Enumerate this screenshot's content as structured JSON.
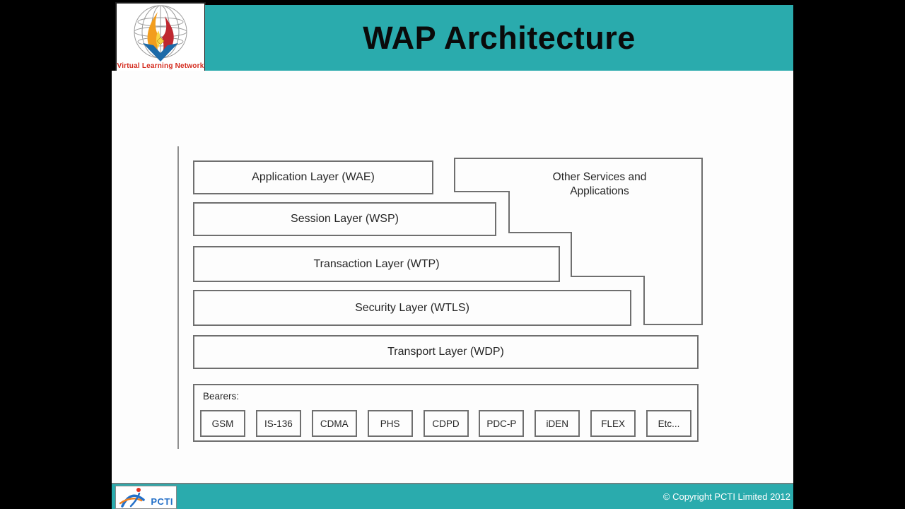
{
  "header": {
    "title": "WAP Architecture"
  },
  "vln_logo": {
    "caption": "Virtual Learning Network"
  },
  "diagram": {
    "layers": [
      {
        "label": "Application Layer (WAE)"
      },
      {
        "label": "Session Layer (WSP)"
      },
      {
        "label": "Transaction Layer (WTP)"
      },
      {
        "label": "Security Layer (WTLS)"
      },
      {
        "label": "Transport Layer (WDP)"
      }
    ],
    "other_services": {
      "line1": "Other Services and",
      "line2": "Applications"
    },
    "bearers": {
      "label": "Bearers:",
      "items": [
        "GSM",
        "IS-136",
        "CDMA",
        "PHS",
        "CDPD",
        "PDC-P",
        "iDEN",
        "FLEX",
        "Etc..."
      ]
    }
  },
  "footer": {
    "logo_text": "PCTI",
    "copyright": "© Copyright PCTI Limited 2012"
  },
  "colors": {
    "teal": "#2aabad",
    "page_background": "#000000",
    "content_background": "#fdfdfd",
    "box_border": "#6f6f6f",
    "diagram_text": "#262626",
    "title_text": "#0a0a0a",
    "vln_text_red": "#d42b1e",
    "pcti_blue": "#2470c8",
    "flame_orange": "#f29d1e",
    "flame_inner_yellow": "#f7d547",
    "flame_red": "#bf2830",
    "vln_blue": "#1c6aa8",
    "copyright_text": "#ffffff"
  }
}
